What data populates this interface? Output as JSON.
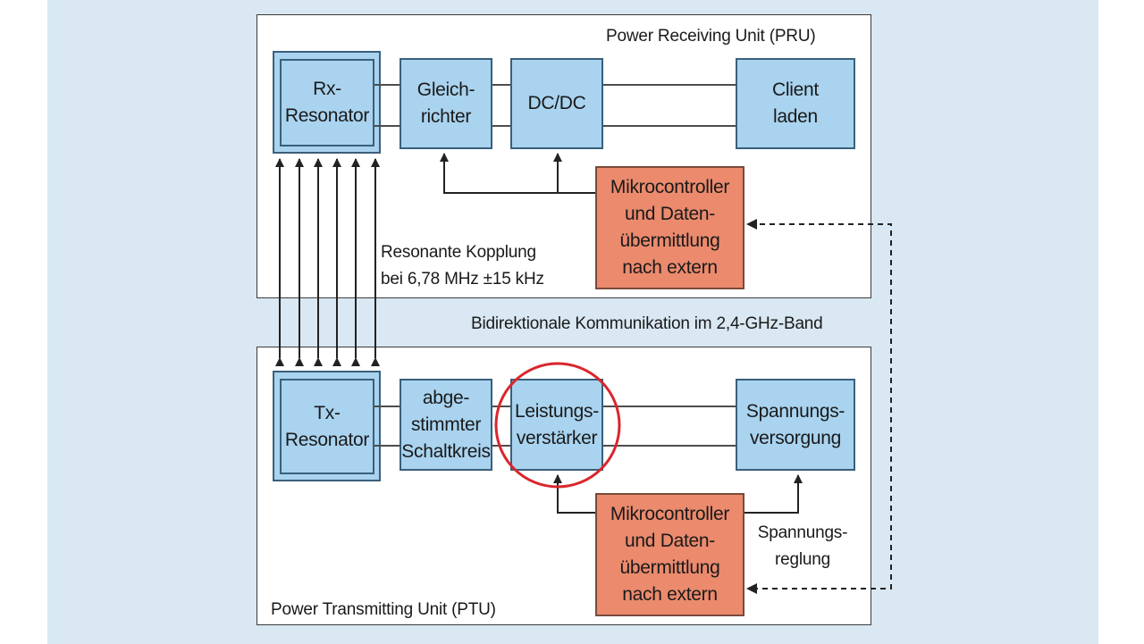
{
  "pru": {
    "title": "Power Receiving Unit (PRU)",
    "rx_resonator": "Rx-\nResonator",
    "gleichrichter": "Gleich-\nrichter",
    "dcdc": "DC/DC",
    "client": "Client\nladen",
    "mcu": "Mikrocontroller\nund Daten-\nübermittlung\nnach extern"
  },
  "coupling": {
    "line1": "Resonante Kopplung",
    "line2": "bei 6,78 MHz ±15 kHz"
  },
  "communication": "Bidirektionale Kommunikation im 2,4-GHz-Band",
  "ptu": {
    "title": "Power Transmitting Unit (PTU)",
    "tx_resonator": "Tx-\nResonator",
    "abgestimmt": "abge-\nstimmter\nSchaltkreis",
    "leistung": "Leistungs-\nverstärker",
    "spannung": "Spannungs-\nversorgung",
    "mcu": "Mikrocontroller\nund Daten-\nübermittlung\nnach extern",
    "spannungsregelung": "Spannungs-\nreglung"
  },
  "colors": {
    "background": "#d9e8f2",
    "block_blue": "#a9d3ef",
    "block_orange": "#eb8a6d",
    "highlight_circle": "#d9262c"
  }
}
